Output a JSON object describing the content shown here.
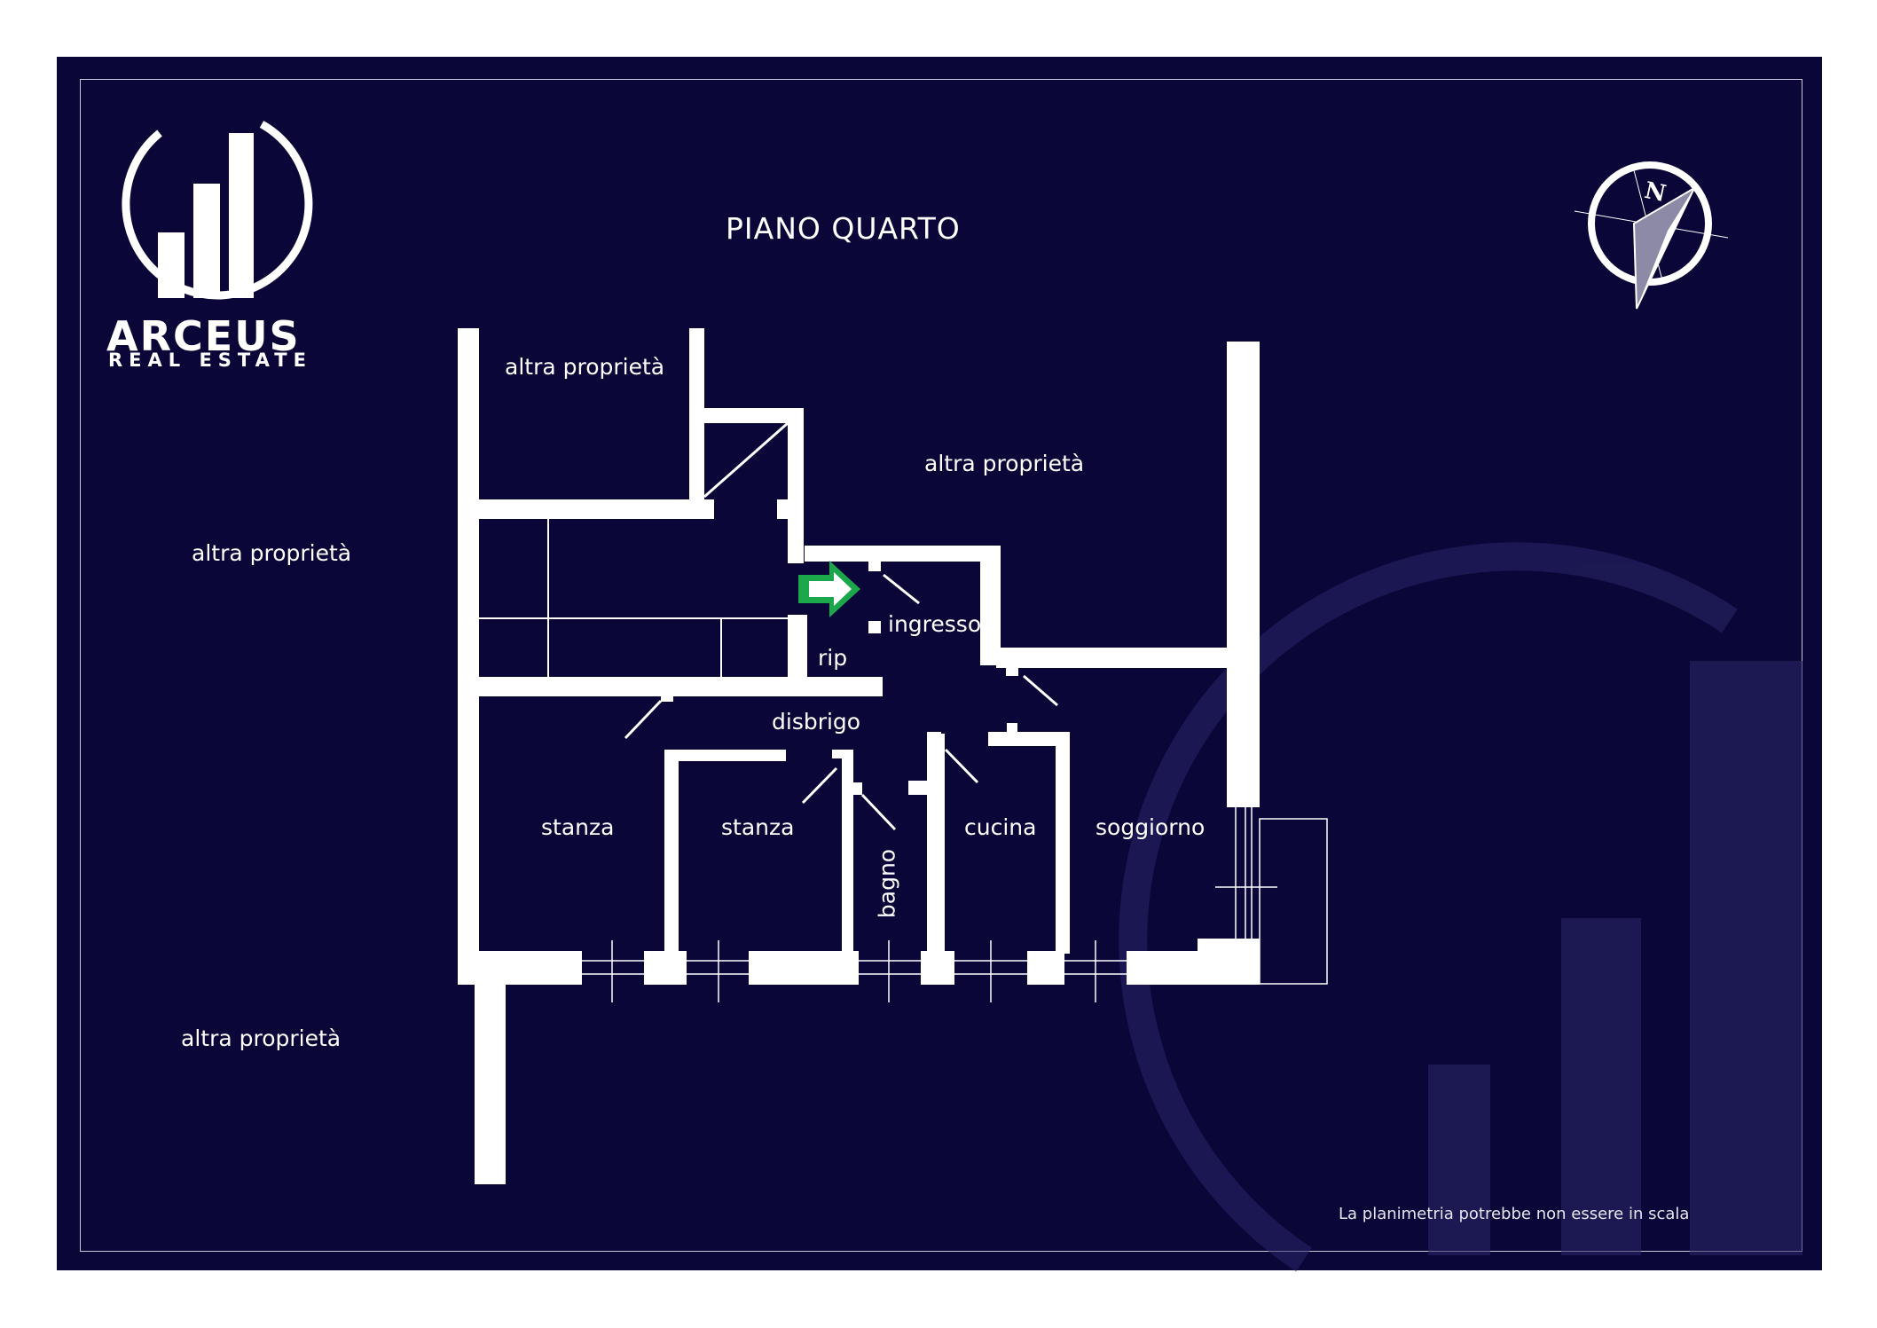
{
  "title": "PIANO QUARTO",
  "brand": {
    "name": "ARCEUS",
    "tagline": "REAL ESTATE"
  },
  "compass": {
    "letter": "N"
  },
  "rooms": {
    "altra_1": "altra proprietà",
    "altra_2": "altra proprietà",
    "altra_3": "altra proprietà",
    "altra_4": "altra proprietà",
    "ingresso": "ingresso",
    "rip": "rip",
    "disbrigo": "disbrigo",
    "stanza_1": "stanza",
    "stanza_2": "stanza",
    "bagno": "bagno",
    "cucina": "cucina",
    "soggiorno": "soggiorno"
  },
  "note": "La planimetria potrebbe non essere in scala",
  "colors": {
    "background": "#0a0638",
    "walls": "#ffffff",
    "entrance_arrow": "#1aa84a",
    "watermark": "#2a2768"
  },
  "icons": {
    "entrance": "arrow-right-icon",
    "compass": "compass-icon",
    "logo": "arceus-logo-icon"
  }
}
